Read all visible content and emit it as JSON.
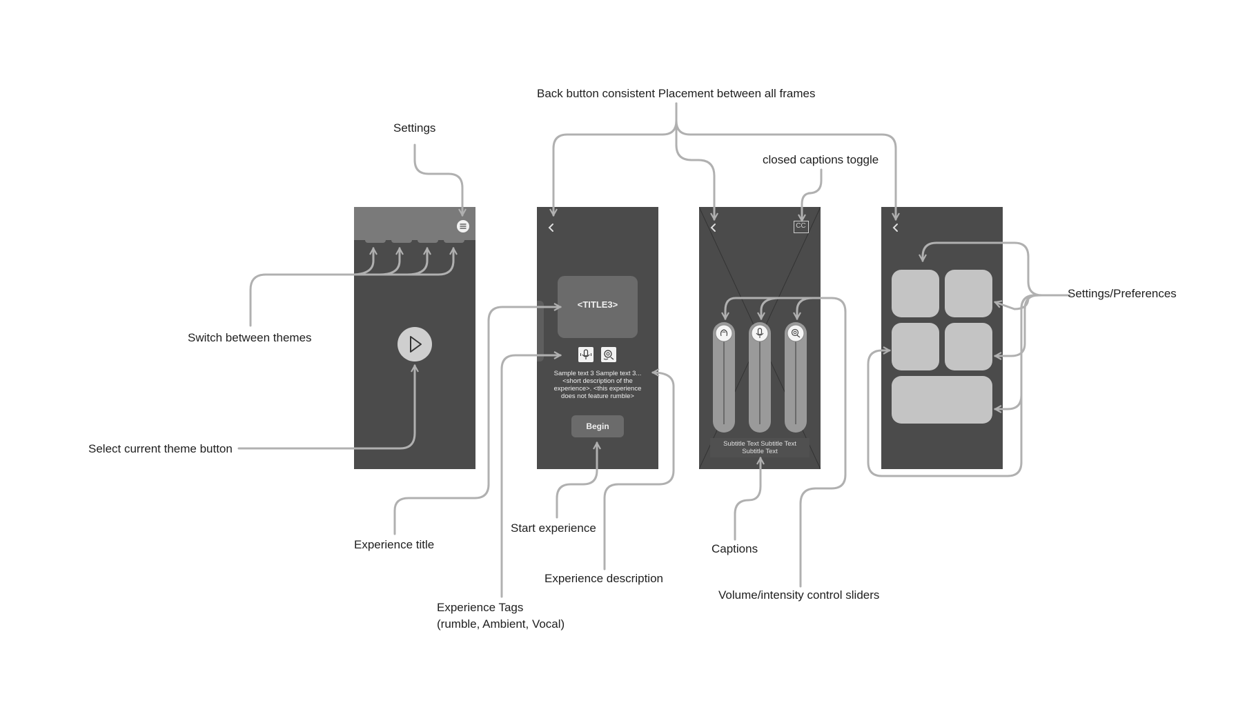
{
  "colors": {
    "frame_bg": "#4b4b4b",
    "header_bg": "#7a7a7a",
    "card_dark": "#6b6b6b",
    "tile_light": "#c4c4c4",
    "connector": "#b0b0b0",
    "label_text": "#1e1e1e"
  },
  "annotations": {
    "back_button": "Back button consistent Placement between all frames",
    "settings": "Settings",
    "closed_captions": "closed captions toggle",
    "switch_themes": "Switch between themes",
    "select_theme": "Select current theme button",
    "settings_prefs": "Settings/Preferences",
    "experience_title": "Experience title",
    "start_experience": "Start experience",
    "captions": "Captions",
    "experience_description": "Experience description",
    "experience_tags": "Experience Tags\n(rumble, Ambient, Vocal)",
    "volume_sliders": "Volume/intensity control sliders"
  },
  "frame2": {
    "title": "<TITLE3>",
    "description": "Sample text 3 Sample text 3...\n<short description of the\nexperience>. <this experience\ndoes not feature rumble>",
    "begin_label": "Begin"
  },
  "frame3": {
    "cc_label": "CC",
    "subtitle": "Subtitle Text Subtitle Text\nSubtitle Text"
  },
  "icons": {
    "menu": "hamburger-menu-icon",
    "play": "play-icon",
    "back": "chevron-left-icon",
    "cc": "closed-captions-icon",
    "ambient": "ambient-sound-icon",
    "vocal": "microphone-icon",
    "rumble": "rumble-icon"
  }
}
